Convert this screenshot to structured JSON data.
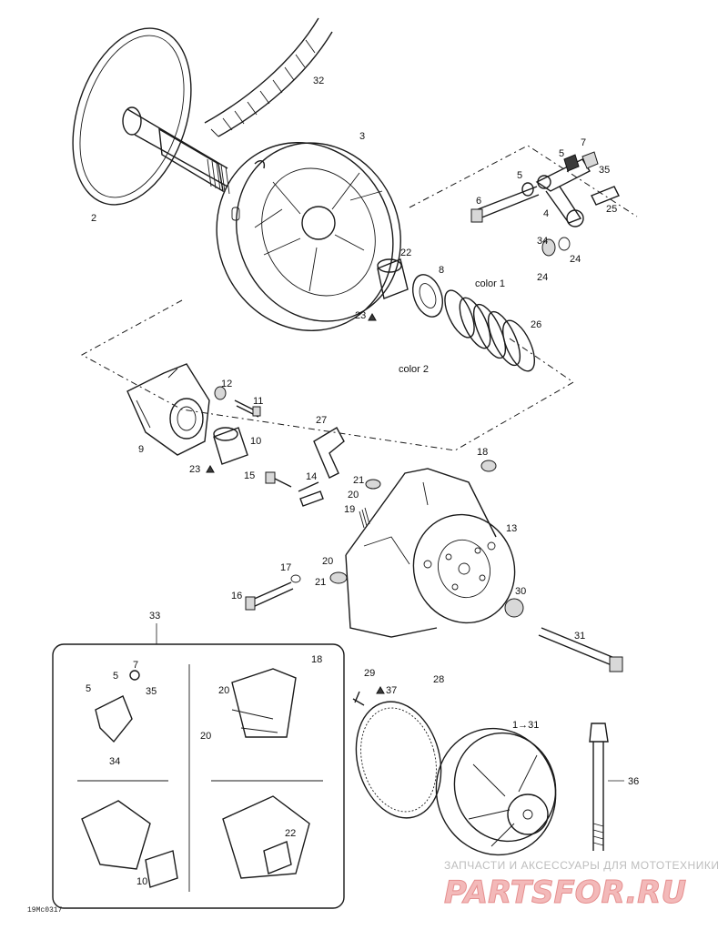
{
  "diagram": {
    "callouts": [
      "32",
      "2",
      "3",
      "7",
      "5",
      "5",
      "35",
      "6",
      "4",
      "25",
      "34",
      "24",
      "24",
      "22",
      "8",
      "color 1",
      "23",
      "26",
      "color 2",
      "12",
      "11",
      "27",
      "9",
      "10",
      "18",
      "23",
      "15",
      "14",
      "21",
      "20",
      "19",
      "13",
      "17",
      "20",
      "21",
      "16",
      "30",
      "31",
      "33",
      "7",
      "18",
      "5",
      "35",
      "5",
      "20",
      "20",
      "34",
      "29",
      "28",
      "37",
      "1→31",
      "36",
      "10",
      "22"
    ],
    "inset_group_label": "33",
    "figure_code": "19Mc0317"
  },
  "watermark": {
    "tagline": "ЗАПЧАСТИ И АКСЕССУАРЫ ДЛЯ МОТОТЕХНИКИ",
    "logo": "PARTSFOR.RU"
  }
}
